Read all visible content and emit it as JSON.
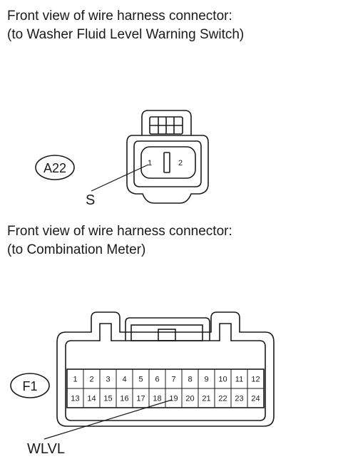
{
  "captions": {
    "top": {
      "line1": "Front view of wire harness connector:",
      "line2": "(to Washer Fluid Level Warning Switch)"
    },
    "bottom": {
      "line1": "Front view of wire harness connector:",
      "line2": "(to Combination Meter)"
    }
  },
  "connector_a22": {
    "id": "A22",
    "pins": [
      "1",
      "2"
    ],
    "callout": "S"
  },
  "connector_f1": {
    "id": "F1",
    "pins_row1": [
      "1",
      "2",
      "3",
      "4",
      "5",
      "6",
      "7",
      "8",
      "9",
      "10",
      "11",
      "12"
    ],
    "pins_row2": [
      "13",
      "14",
      "15",
      "16",
      "17",
      "18",
      "19",
      "20",
      "21",
      "22",
      "23",
      "24"
    ],
    "callout": "WLVL"
  }
}
